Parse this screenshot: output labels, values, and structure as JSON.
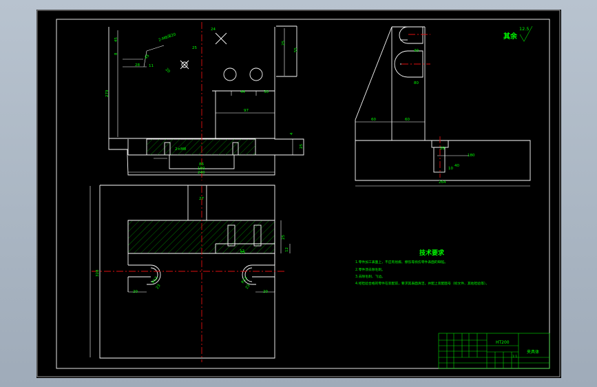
{
  "surface_finish": {
    "label": "其余",
    "value": "12.5"
  },
  "tech_requirements": {
    "title": "技术要求",
    "items": [
      "1.零件加工表面上，不应有划痕、擦伤等损伤零件表面的缺陷。",
      "2.零件须去除毛刺。",
      "3.去除毛刺、飞边。",
      "4.经检验合格的零件在装配前，要求其表面清洁，并配上装配图号（标文件、其他检验等）。"
    ]
  },
  "title_block": {
    "material": "HT200",
    "part_name": "夹具体",
    "scale": "1:1"
  },
  "dimensions": {
    "top_view": [
      "24",
      "45",
      "45",
      "20",
      "25",
      "2-M8深20",
      "28",
      "11",
      "8",
      "25",
      "55",
      "279",
      "44",
      "30",
      "97",
      "2×M8",
      "86",
      "160",
      "240",
      "4",
      "25"
    ],
    "bottom_view": [
      "27",
      "328",
      "25",
      "12",
      "12",
      "25",
      "R13",
      "R13",
      "20",
      "20",
      "23",
      "23"
    ],
    "side_view": [
      "60",
      "60",
      "40",
      "80",
      "28",
      "180",
      "10",
      "40",
      "264"
    ]
  },
  "colors": {
    "geometry": "#ffffff",
    "annotation": "#00ff00",
    "centerline": "#e01010",
    "background": "#000000",
    "frame": "#a9b5c2"
  }
}
